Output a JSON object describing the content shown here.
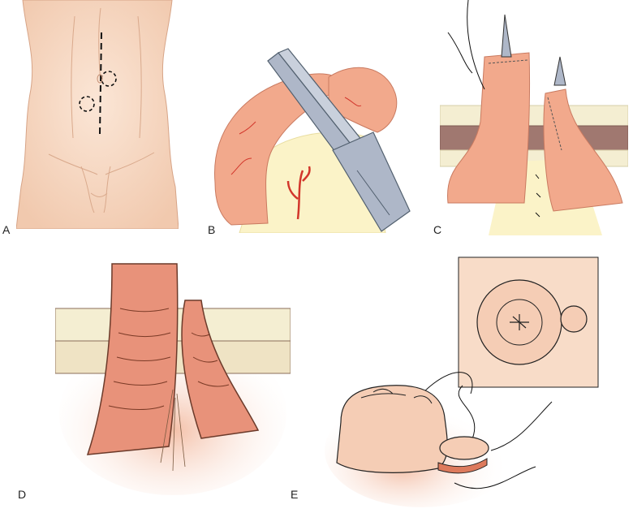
{
  "panels": [
    {
      "label": "A",
      "content": "abdomen-stoma-site-marking"
    },
    {
      "label": "B",
      "content": "bowel-division-with-stapler"
    },
    {
      "label": "C",
      "content": "bowel-ends-through-abdominal-wall"
    },
    {
      "label": "D",
      "content": "matured-stoma-cross-section"
    },
    {
      "label": "E",
      "content": "completed-end-loop-stoma"
    }
  ],
  "colors": {
    "skin": "#f6d9c4",
    "skin_edge": "#e7b79a",
    "bowel": "#f2a98c",
    "bowel_dark": "#dd7a5c",
    "mesentery": "#fbf3c8",
    "fat": "#f4eed2",
    "muscle": "#a07870",
    "vessel": "#d2362b",
    "instrument": "#aeb7c8",
    "inset_bg": "#f8dcc8"
  }
}
